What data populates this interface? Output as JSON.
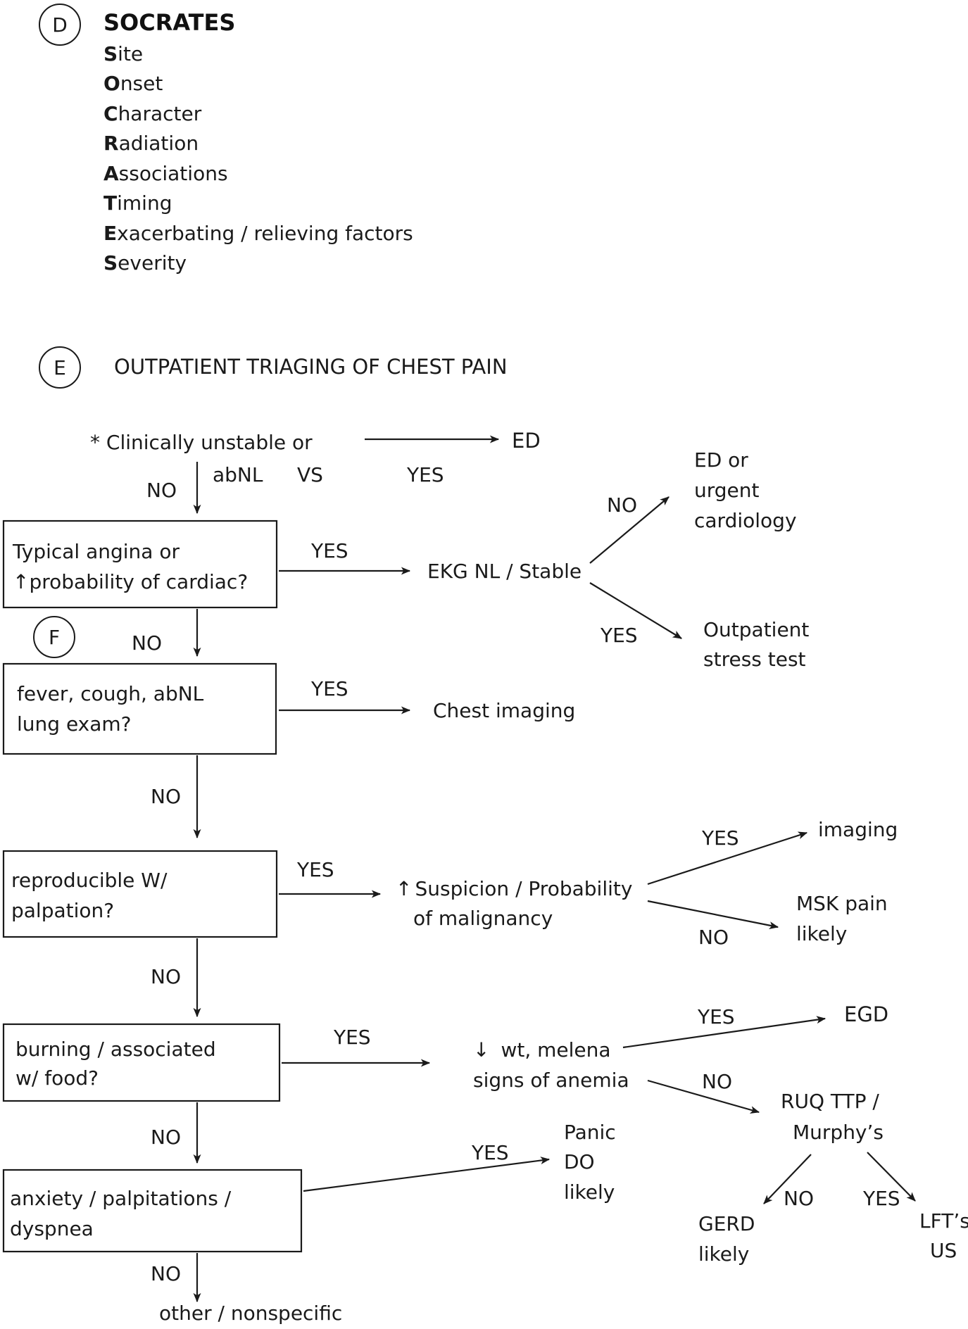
{
  "section_d": {
    "marker": "D",
    "title": "SOCRATES",
    "items": [
      {
        "initial": "S",
        "rest": "ite"
      },
      {
        "initial": "O",
        "rest": "nset"
      },
      {
        "initial": "C",
        "rest": "haracter"
      },
      {
        "initial": "R",
        "rest": "adiation"
      },
      {
        "initial": "A",
        "rest": "ssociations"
      },
      {
        "initial": "T",
        "rest": "iming"
      },
      {
        "initial": "E",
        "rest": "xacerbating / relieving factors"
      },
      {
        "initial": "S",
        "rest": "everity"
      }
    ]
  },
  "section_e": {
    "marker": "E",
    "title": "OUTPATIENT TRIAGING OF CHEST PAIN"
  },
  "section_f": {
    "marker": "F"
  },
  "flow": {
    "start_line1": "* Clinically unstable or",
    "start_line2": "abNL",
    "start_vs": "VS",
    "start_yes": "YES",
    "start_yes_target": "ED",
    "start_no": "NO",
    "q1_line1": "Typical angina or",
    "q1_arrow_glyph": "↑",
    "q1_line2": "probability of cardiac?",
    "q1_yes": "YES",
    "q1_yes_target": "EKG NL / Stable",
    "ekg_no": "NO",
    "ekg_no_target": [
      "ED or",
      "urgent",
      "cardiology"
    ],
    "ekg_yes": "YES",
    "ekg_yes_target": [
      "Outpatient",
      "stress test"
    ],
    "q1_no": "NO",
    "q2_line1": "fever, cough, abNL",
    "q2_line2": "lung exam?",
    "q2_yes": "YES",
    "q2_yes_target": "Chest imaging",
    "q2_no": "NO",
    "q3_line1": "reproducible W/",
    "q3_line2": "palpation?",
    "q3_yes": "YES",
    "q3_yes_target_arrow": "↑",
    "q3_yes_target_line1": "Suspicion / Probability",
    "q3_yes_target_line2": "of malignancy",
    "mal_yes": "YES",
    "mal_yes_target": "imaging",
    "mal_no": "NO",
    "mal_no_target": [
      "MSK pain",
      "likely"
    ],
    "q3_no": "NO",
    "q4_line1": "burning / associated",
    "q4_line2": "w/ food?",
    "q4_yes": "YES",
    "q4_yes_target_arrow": "↓",
    "q4_yes_target_line1": "wt, melena",
    "q4_yes_target_line2": "signs of anemia",
    "wt_yes": "YES",
    "wt_yes_target": "EGD",
    "wt_no": "NO",
    "wt_no_target": [
      "RUQ TTP /",
      "Murphy’s"
    ],
    "ruq_no": "NO",
    "ruq_no_target": [
      "GERD",
      "likely"
    ],
    "ruq_yes": "YES",
    "ruq_yes_target": [
      "LFT’s",
      "US"
    ],
    "q4_no": "NO",
    "q5_line1": "anxiety / palpitations /",
    "q5_line2": "dyspnea",
    "q5_yes": "YES",
    "q5_yes_target": [
      "Panic",
      "DO",
      "likely"
    ],
    "q5_no": "NO",
    "q5_no_target": "other / nonspecific"
  }
}
